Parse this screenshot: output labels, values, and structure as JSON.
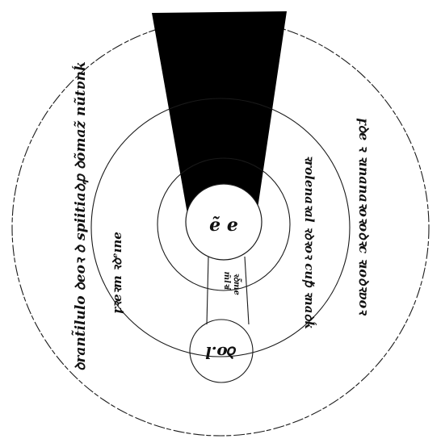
{
  "diagram": {
    "earth_label": "ẽ e",
    "sun_label": "ꝺo.l",
    "outer_band_left": "ꝺrant̃ilulo ꝺeoꝛ ꝺ spiitiaꝺꝓ ꝺõmaz̃ nũtɐnḱ",
    "outer_band_right": "ꝼꝺe ꝛ ꝛınanaꝛoꝛoꝺꝛc ꝛıoꝺꝛɐoꝛ",
    "middle_band_left": "ꝼꝛeꝛm ꝛꝺᵉıne",
    "middle_band_right": "ꝛrolenaꝛal ꝛꝺꝛoꝛ cuꝥ ꝛnaꝺḱ",
    "column_label_1": "m̃lꝛi",
    "column_label_2": "ꝛꝺ̃me",
    "colors": {
      "ink": "#1a1a1a",
      "shadow": "#000000",
      "paper": "#ffffff"
    }
  }
}
